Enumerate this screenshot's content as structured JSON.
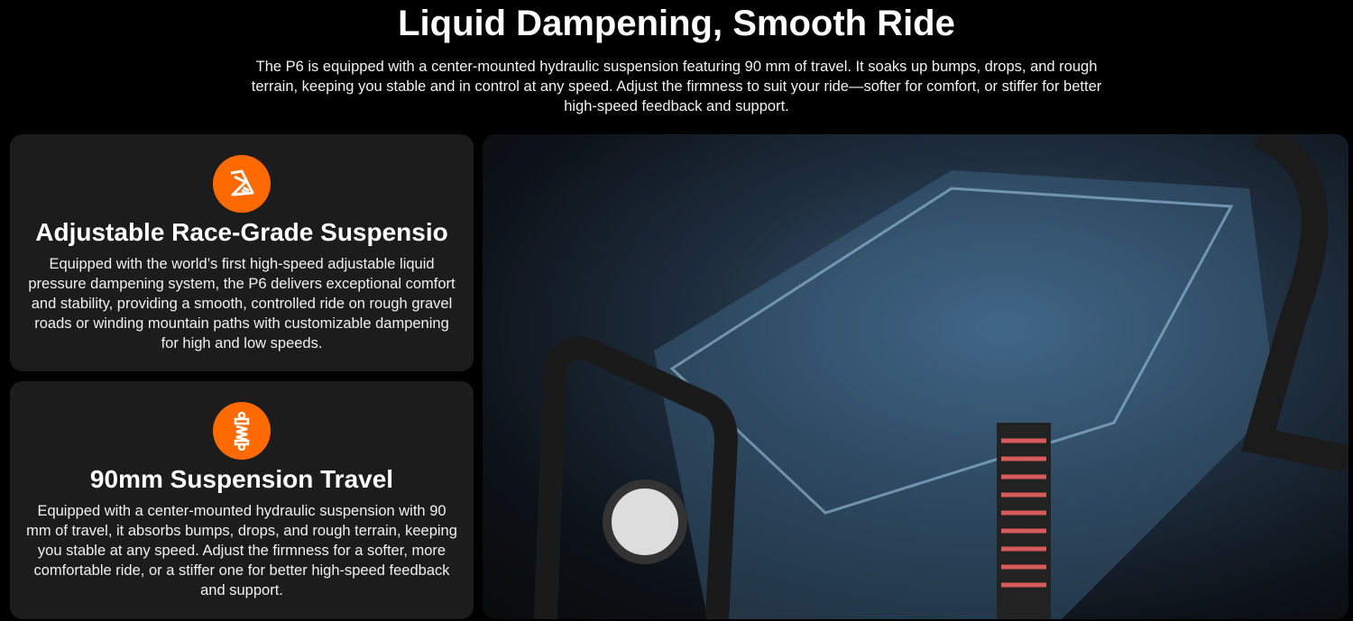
{
  "header": {
    "title": "Liquid Dampening, Smooth Ride",
    "intro": "The P6 is equipped with a center-mounted hydraulic suspension featuring 90 mm of travel. It soaks up bumps, drops, and rough terrain, keeping you stable and in control at any speed. Adjust the firmness to suit your ride—softer for comfort, or stiffer for better high-speed feedback and support."
  },
  "features": [
    {
      "icon": "suspension-adjust-icon",
      "title": "Adjustable Race-Grade Suspensio",
      "text": "Equipped with the world’s first high-speed adjustable liquid pressure dampening system, the P6 delivers exceptional comfort and stability, providing a smooth, controlled ride on rough gravel roads or winding mountain paths with customizable dampening for high and low speeds."
    },
    {
      "icon": "shock-absorber-icon",
      "title": "90mm Suspension Travel",
      "text": "Equipped with a center-mounted hydraulic suspension with 90 mm of travel, it absorbs bumps, drops, and rough terrain, keeping you stable at any speed. Adjust the firmness for a softer, more comfortable ride, or a stiffer one for better high-speed feedback and support."
    }
  ],
  "colors": {
    "accent": "#ff6a00",
    "card": "#1c1c1c"
  }
}
